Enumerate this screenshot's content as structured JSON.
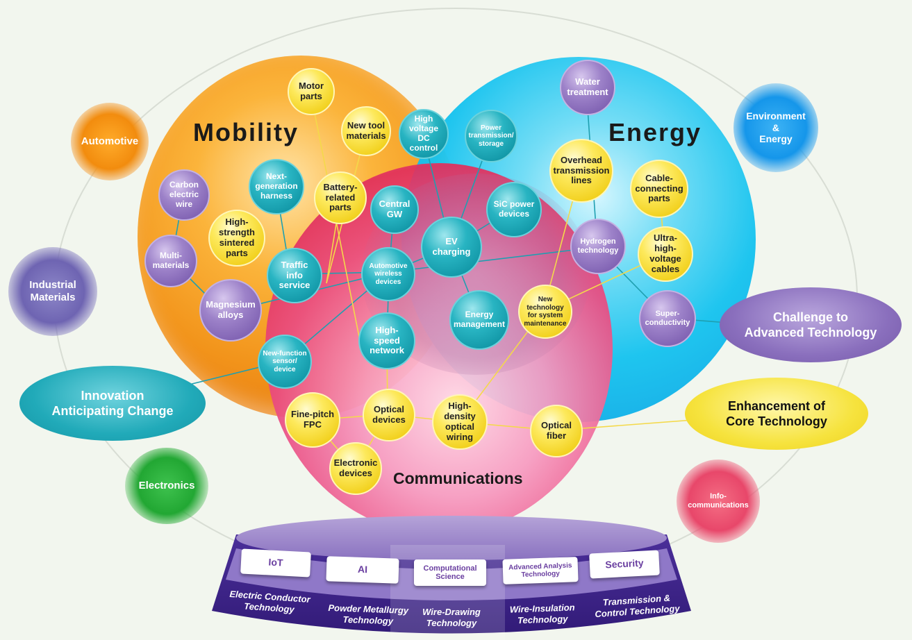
{
  "spheres": {
    "mobility": "Mobility",
    "energy": "Energy",
    "communications": "Communications"
  },
  "orbit": {
    "automotive": "Automotive",
    "industrial_materials": "Industrial\nMaterials",
    "electronics": "Electronics",
    "environment_energy": "Environment\n&\nEnergy",
    "infocommunications": "Info-\ncommunications"
  },
  "themes": {
    "innovation": "Innovation\nAnticipating Change",
    "challenge": "Challenge to\nAdvanced Technology",
    "enhancement": "Enhancement of\nCore Technology"
  },
  "nodes": {
    "motor_parts": "Motor\nparts",
    "new_tool_materials": "New tool\nmaterials",
    "battery_related_parts": "Battery-\nrelated\nparts",
    "high_strength_sintered_parts": "High-\nstrength\nsintered\nparts",
    "overhead_transmission_lines": "Overhead\ntransmission\nlines",
    "cable_connecting_parts": "Cable-\nconnecting\nparts",
    "ultra_high_voltage_cables": "Ultra-\nhigh-\nvoltage\ncables",
    "new_technology_maintenance": "New\ntechnology\nfor system\nmaintenance",
    "fine_pitch_fpc": "Fine-pitch\nFPC",
    "optical_devices": "Optical\ndevices",
    "electronic_devices": "Electronic\ndevices",
    "high_density_optical_wiring": "High-\ndensity\noptical\nwiring",
    "optical_fiber": "Optical\nfiber",
    "high_voltage_dc_control": "High\nvoltage\nDC\ncontrol",
    "power_transmission_storage": "Power\ntransmission/\nstorage",
    "next_generation_harness": "Next-\ngeneration\nharness",
    "central_gw": "Central\nGW",
    "sic_power_devices": "SiC power\ndevices",
    "ev_charging": "EV\ncharging",
    "traffic_info_service": "Traffic\ninfo\nservice",
    "automotive_wireless_devices": "Automotive\nwireless\ndevices",
    "energy_management": "Energy\nmanagement",
    "high_speed_network": "High-speed\nnetwork",
    "new_function_sensor_device": "New-function\nsensor/\ndevice",
    "water_treatment": "Water\ntreatment",
    "carbon_electric_wire": "Carbon\nelectric\nwire",
    "multi_materials": "Multi-\nmaterials",
    "magnesium_alloys": "Magnesium\nalloys",
    "hydrogen_technology": "Hydrogen\ntechnology",
    "superconductivity": "Super-\nconductivity"
  },
  "platform": {
    "cards": [
      "IoT",
      "AI",
      "Computational\nScience",
      "Advanced Analysis\nTechnology",
      "Security"
    ],
    "base": [
      "Electric Conductor\nTechnology",
      "Powder Metallurgy\nTechnology",
      "Wire-Drawing\nTechnology",
      "Wire-Insulation\nTechnology",
      "Transmission &\nControl Technology"
    ]
  },
  "colors": {
    "mobility": "#f2941b",
    "energy": "#16c3ef",
    "communications": "#e12f5c",
    "node_yellow": "#f1cf1a",
    "node_teal": "#0f93a3",
    "node_purple": "#7b5daf",
    "platform": "#4b2f9a"
  }
}
